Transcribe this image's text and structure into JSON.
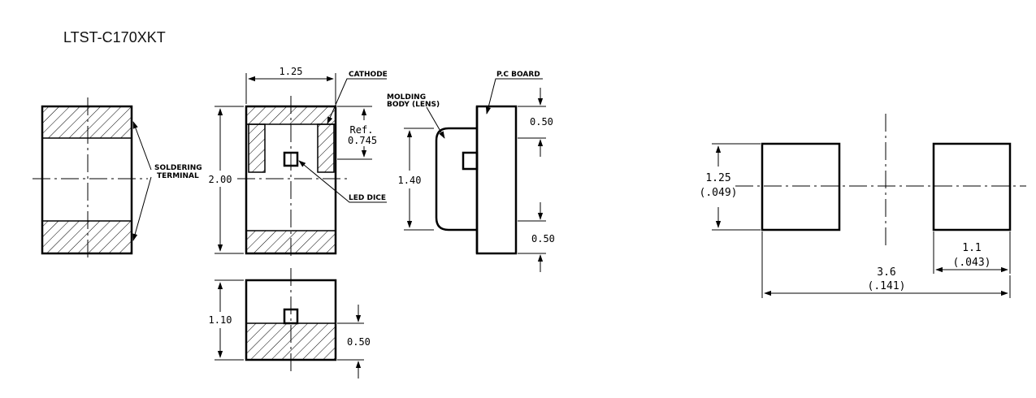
{
  "title": "LTST-C170XKT",
  "labels": {
    "soldering_terminal_1": "SOLDERING",
    "soldering_terminal_2": "TERMINAL",
    "cathode": "CATHODE",
    "led_dice": "LED DICE",
    "molding_1": "MOLDING",
    "molding_2": "BODY (LENS)",
    "pc_board": "P.C BOARD"
  },
  "dimensions": {
    "top_width": "1.25",
    "top_height": "2.00",
    "ref_label": "Ref.",
    "ref_value": "0.745",
    "front_height": "1.10",
    "front_base": "0.50",
    "side_height": "1.40",
    "side_top": "0.50",
    "side_bottom": "0.50",
    "pad_height": "1.25",
    "pad_height_in": "(.049)",
    "pad_width": "1.1",
    "pad_width_in": "(.043)",
    "pad_span": "3.6",
    "pad_span_in": "(.141)"
  }
}
